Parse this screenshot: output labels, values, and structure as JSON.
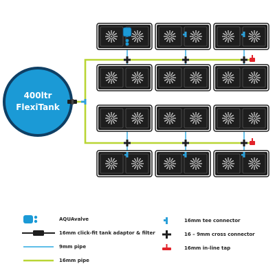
{
  "tank": {
    "line1": "400ltr",
    "line2": "FlexiTank"
  },
  "colors": {
    "tank": "#1b9ad6",
    "tank_ring": "#0f3f64",
    "pipe16": "#b9d534",
    "pipe9": "#29a8e0",
    "pot": "#1e1e1e",
    "tap": "#e2232a",
    "connector": "#2a9fd8"
  },
  "layout": {
    "rows": 4,
    "pots_per_row": 3,
    "planters_per_pot": 2
  },
  "legend": {
    "left": [
      {
        "icon": "aquavalve-icon",
        "label": "AQUAvalve"
      },
      {
        "icon": "adaptor-filter-icon",
        "label": "16mm click-fit tank adaptor & filter"
      },
      {
        "icon": "pipe-9mm-icon",
        "label": "9mm pipe"
      },
      {
        "icon": "pipe-16mm-icon",
        "label": "16mm pipe"
      }
    ],
    "right": [
      {
        "icon": "tee-connector-icon",
        "label": "16mm tee connector"
      },
      {
        "icon": "cross-connector-icon",
        "label": "16 – 9mm cross connector"
      },
      {
        "icon": "inline-tap-icon",
        "label": "16mm in-line tap"
      }
    ]
  }
}
